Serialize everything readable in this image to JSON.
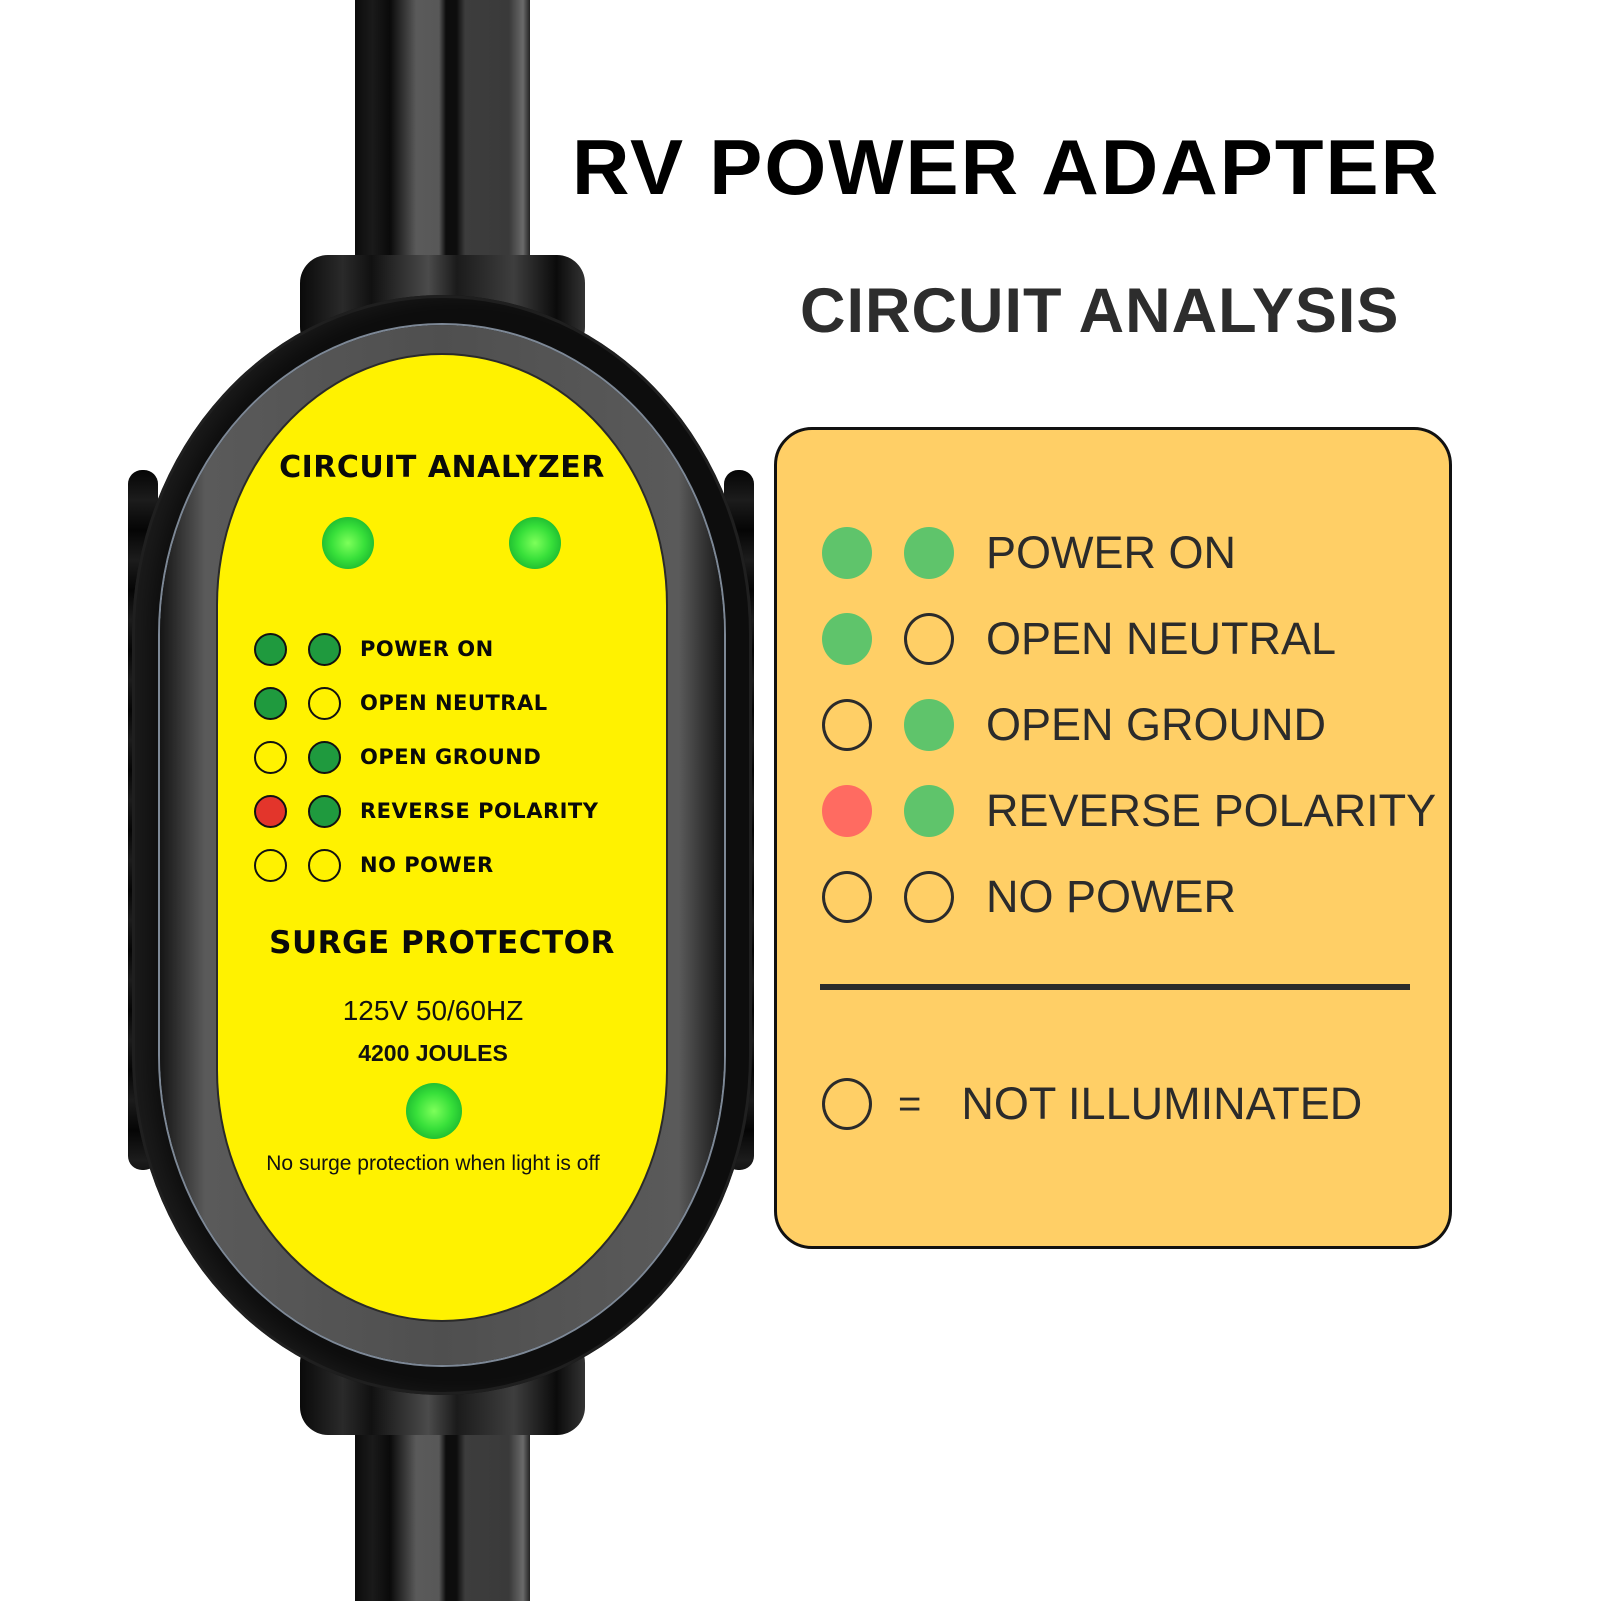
{
  "heading": {
    "title": "RV POWER ADAPTER",
    "subtitle": "CIRCUIT ANALYSIS"
  },
  "device": {
    "analyzer_title": "CIRCUIT ANALYZER",
    "indicator_leds": [
      "green-lit",
      "green-lit"
    ],
    "rows": [
      {
        "label": "POWER ON",
        "left": "green",
        "right": "green"
      },
      {
        "label": "OPEN NEUTRAL",
        "left": "green",
        "right": "off"
      },
      {
        "label": "OPEN GROUND",
        "left": "off",
        "right": "green"
      },
      {
        "label": "REVERSE POLARITY",
        "left": "red",
        "right": "green"
      },
      {
        "label": "NO POWER",
        "left": "off",
        "right": "off"
      }
    ],
    "surge_title": "SURGE PROTECTOR",
    "spec_voltage": "125V 50/60HZ",
    "spec_joules": "4200  JOULES",
    "surge_led": "green-lit",
    "surge_note": "No surge protection when light is off"
  },
  "legend": {
    "rows": [
      {
        "label": "POWER ON",
        "left": "green",
        "right": "green"
      },
      {
        "label": "OPEN NEUTRAL",
        "left": "green",
        "right": "off"
      },
      {
        "label": "OPEN GROUND",
        "left": "off",
        "right": "green"
      },
      {
        "label": "REVERSE POLARITY",
        "left": "red",
        "right": "green"
      },
      {
        "label": "NO POWER",
        "left": "off",
        "right": "off"
      }
    ],
    "key_symbol": "=",
    "key_label": "NOT ILLUMINATED"
  },
  "colors": {
    "label_yellow": "#fff200",
    "legend_bg": "#ffcf66",
    "led_green_device": "#1f9a3e",
    "led_red_device": "#e3352b",
    "led_green_legend": "#5fc46b",
    "led_red_legend": "#ff6b61"
  }
}
